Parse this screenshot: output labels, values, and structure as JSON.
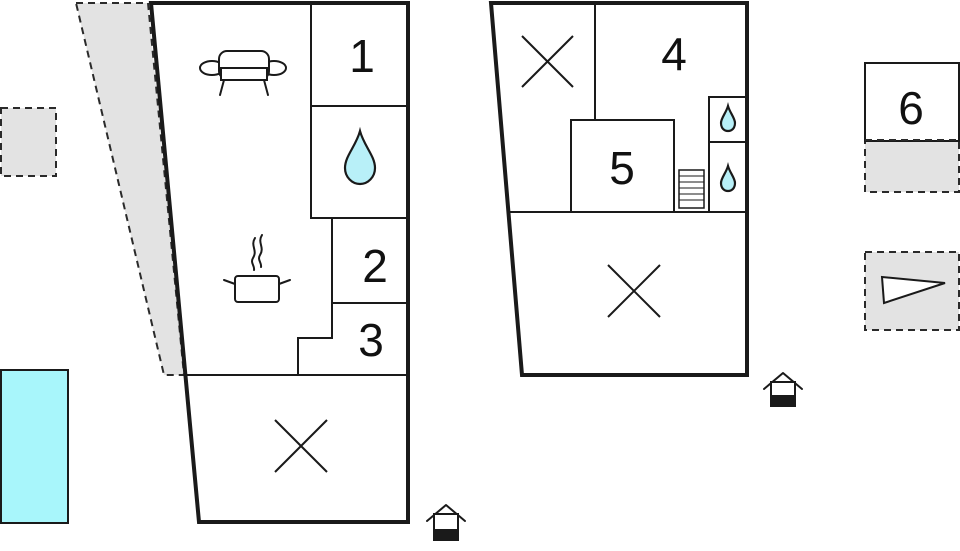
{
  "rooms": {
    "r1": "1",
    "r2": "2",
    "r3": "3",
    "r4": "4",
    "r5": "5",
    "r6": "6"
  },
  "colors": {
    "walls": "#1a1a1a",
    "outdoor_area": "#e3e3e3",
    "pool": "#a8f6fb",
    "water": "#b8f0f8"
  },
  "icons": [
    "sofa-icon",
    "water-drop-icon",
    "cooking-pot-icon",
    "door-entrance-icon",
    "cross-mark-icon",
    "stairs-icon",
    "triangle-icon"
  ]
}
